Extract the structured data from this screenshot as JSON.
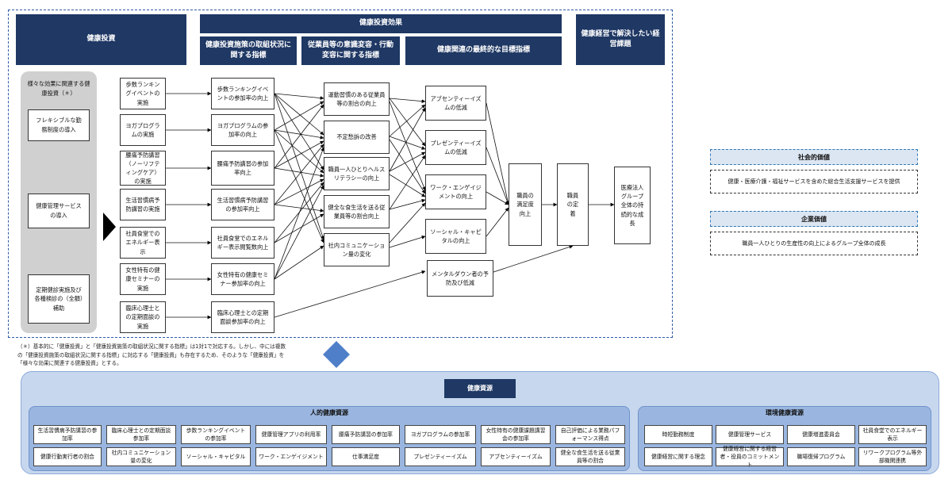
{
  "headers": {
    "investment": "健康投資",
    "effect": "健康投資効果",
    "effect_sub1": "健康投資施策の取組状況に関する指標",
    "effect_sub2": "従業員等の意識変容・行動変容に関する指標",
    "effect_sub3": "健康関連の最終的な目標指標",
    "issues": "健康経営で解決したい経営課題"
  },
  "gray_panel": {
    "title": "様々な効果に関連する健康投資（＊）",
    "items": [
      "フレキシブルな勤務制度の導入",
      "健康管理サービスの導入",
      "定期健診実施及び各種検診の（全額）補助"
    ]
  },
  "col_investment": [
    "歩数ランキングイベントの実施",
    "ヨガプログラムの実施",
    "腰痛予防講習（ノーリフティングケア）の実施",
    "生活習慣病予防講習の実施",
    "社員食堂でのエネルギー表示",
    "女性特有の健康セミナーの実施",
    "臨床心理士との定期面談の実施"
  ],
  "col_indicator": [
    "歩数ランキングイベントの参加率の向上",
    "ヨガプログラムの参加率の向上",
    "腰痛予防講習の参加率向上",
    "生活習慣病予防講習の参加率向上",
    "社員食堂でのエネルギー表示閲覧数向上",
    "女性特有の健康セミナー参加率の向上",
    "臨床心理士との定期面談参加率の向上"
  ],
  "col_behavior": [
    "運動習慣のある従業員等の割合の向上",
    "不定愁訴の改善",
    "職員一人ひとりヘルスリテラシーの向上",
    "健全な食生活を送る従業員等の割合向上",
    "社内コミュニケーション量の変化"
  ],
  "col_goal": [
    "アブセンティーイズムの低減",
    "プレゼンティーイズムの低減",
    "ワーク・エンゲイジメントの向上",
    "ソーシャル・キャピタルの向上",
    "メンタルダウン者の予防及び低減"
  ],
  "satisfaction": "職員の満足度向上",
  "retention": "職員の定着",
  "growth": "医療法人グループ全体の持続的な成長",
  "footnote": "（＊）基本的に「健康投資」と「健康投資施策の取組状況に関する指標」は1対1で対応する。しかし、中には複数の「健康投資施策の取組状況に関する指標」に対応する「健康投資」も存在するため、そのような「健康投資」を「様々な効果に関連する健康投資」とする。",
  "values": {
    "social_title": "社会的価値",
    "social_text": "健康・医療介護・福祉サービスを含めた総合生活支援サービスを提供",
    "corporate_title": "企業価値",
    "corporate_text": "職員一人ひとりの生産性の向上によるグループ全体の成長"
  },
  "resources": {
    "title": "健康資源",
    "human_title": "人的健康資源",
    "human_items": [
      "生活習慣病予防講習の参加率",
      "臨床心理士との定期面談参加率",
      "歩数ランキングイベントの参加率",
      "健康管理アプリの利用率",
      "腰痛予防講習の参加率",
      "ヨガプログラムの参加率",
      "女性特有の健康課題講習会の参加率",
      "自己評価による業務パフォーマンス得点",
      "健康行動実行者の割合",
      "社内コミュニケーション量の変化",
      "ソーシャル・キャピタル",
      "ワーク・エンゲイジメント",
      "仕事満足度",
      "プレゼンティーイズム",
      "アブセンティーイズム",
      "健全な食生活を送る従業員等の割合"
    ],
    "env_title": "環境健康資源",
    "env_items": [
      "時短勤務制度",
      "健康管理サービス",
      "健康増進委員会",
      "社員食堂でのエネルギー表示",
      "健康経営に関する理念",
      "健康経営に関する経営者・役員のコミットメント",
      "職場復帰プログラム",
      "リワークプログラム等外部機関連携"
    ]
  },
  "colors": {
    "header": "#1f3864",
    "resource_outer": "#c7d7ee",
    "resource_inner": "#9ab6e0",
    "diamond": "#4f7fc9",
    "dashed_border": "#2e5aa8"
  }
}
